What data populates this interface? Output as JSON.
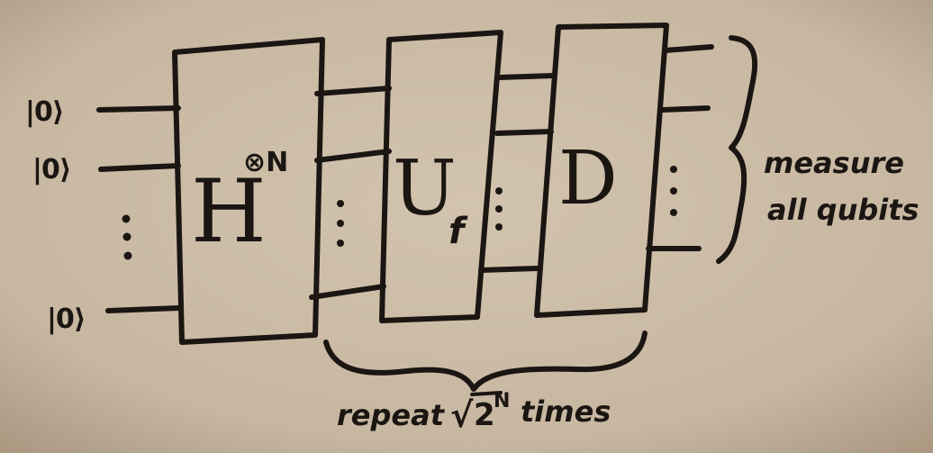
{
  "inputs": {
    "state_1": "|0⟩",
    "state_2": "|0⟩",
    "state_n": "|0⟩"
  },
  "gates": {
    "hadamard": {
      "base": "H",
      "exponent": "⊗N"
    },
    "oracle": {
      "base": "U",
      "subscript": "f"
    },
    "diffusion": {
      "label": "D"
    }
  },
  "annotations": {
    "measure_line_1": "measure",
    "measure_line_2": "all qubits",
    "repeat_prefix": "repeat",
    "repeat_radical": "√",
    "repeat_base": "2",
    "repeat_exponent": "N",
    "repeat_suffix": "times"
  },
  "colors": {
    "background": "#c9b9a4",
    "ink": "#1b1612"
  }
}
